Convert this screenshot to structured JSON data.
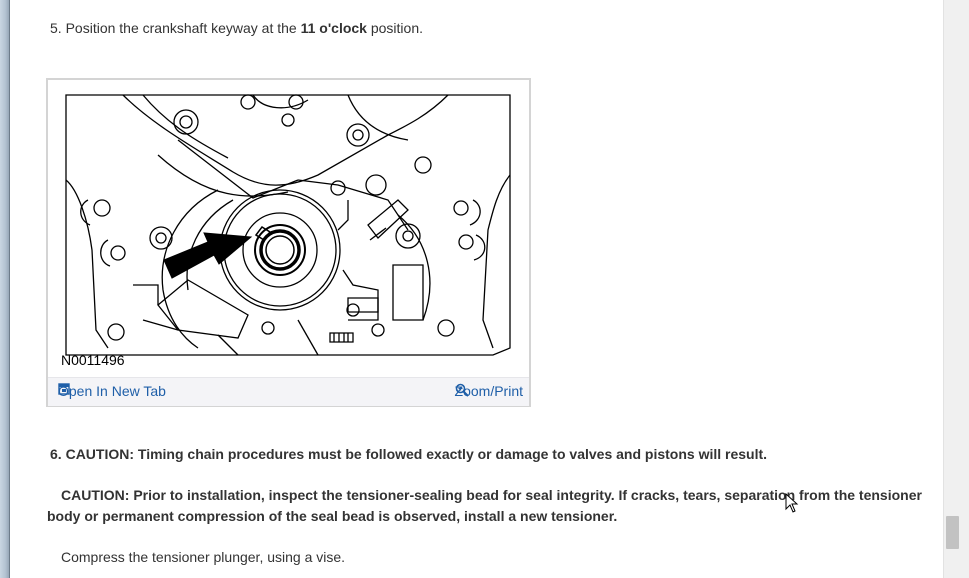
{
  "steps": {
    "step5": {
      "number": "5.",
      "text_before": "Position the crankshaft keyway at the ",
      "emphasis": "11 o'clock",
      "text_after": " position."
    },
    "step6": {
      "number": "6.",
      "caution1": "CAUTION: Timing chain procedures must be followed exactly or damage to valves and pistons will result.",
      "caution2": "CAUTION: Prior to installation, inspect the tensioner-sealing bead for seal integrity. If cracks, tears, separation from the tensioner body or permanent compression of the seal bead is observed, install a new tensioner.",
      "instruction": "Compress the tensioner plunger, using a vise."
    }
  },
  "figure": {
    "code": "N0011496",
    "open_new_tab_label": "Open In New Tab",
    "zoom_print_label": "Zoom/Print",
    "icons": {
      "open": "open-in-new-tab-icon",
      "zoom": "magnifier-zoom-icon"
    }
  },
  "colors": {
    "link": "#1f5fa8",
    "text": "#333333",
    "figure_border": "#d4d4d4",
    "scrollbar_thumb": "#c2c2c2"
  }
}
